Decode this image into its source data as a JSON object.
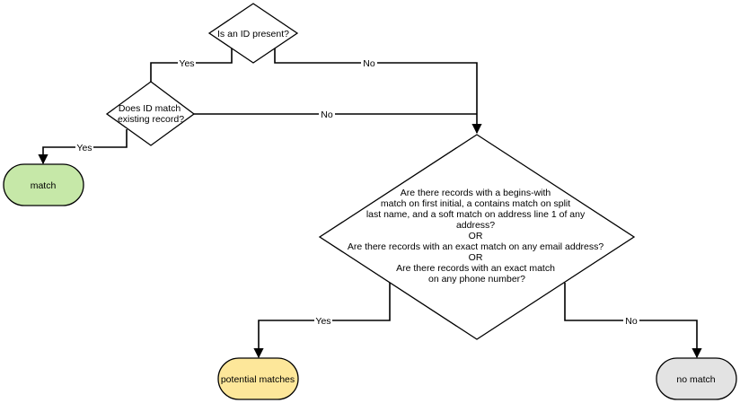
{
  "nodes": {
    "id_present": {
      "lines": [
        "Is an ID present?"
      ]
    },
    "id_match": {
      "lines": [
        "Does ID match",
        "existing record?"
      ]
    },
    "match": {
      "lines": [
        "match"
      ],
      "fill": "#c6e8a8"
    },
    "records_question": {
      "lines": [
        "Are there records with a begins-with",
        "match on first initial, a contains match on split",
        "last name, and a soft match on address line 1 of any",
        "address?",
        "OR",
        "Are there records with an exact match on any email address?",
        "OR",
        "Are there records with an exact match",
        "on any phone number?"
      ]
    },
    "potential_matches": {
      "lines": [
        "potential matches"
      ],
      "fill": "#fde79a"
    },
    "no_match": {
      "lines": [
        "no match"
      ],
      "fill": "#e3e3e3"
    }
  },
  "edges": {
    "id_present_yes": "Yes",
    "id_present_no": "No",
    "id_match_no": "No",
    "id_match_yes": "Yes",
    "records_yes": "Yes",
    "records_no": "No"
  }
}
